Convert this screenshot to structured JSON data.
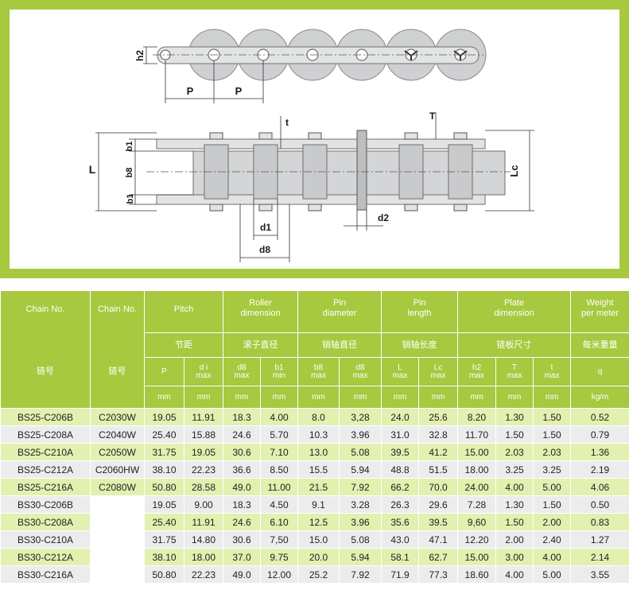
{
  "drawing": {
    "labels": {
      "h2": "h2",
      "p1": "P",
      "p2": "P",
      "t": "t",
      "T": "T",
      "b1_top": "b1",
      "b8": "b8",
      "b1_bot": "b1",
      "L": "L",
      "Lc": "Lc",
      "d1": "d1",
      "d8": "d8",
      "d2": "d2"
    }
  },
  "table": {
    "head": {
      "chain_no_en": "Chain No.",
      "chain_no_cn": "链号",
      "chain_no2_en": "Chain No.",
      "chain_no2_cn": "链号",
      "pitch_en": "Pitch",
      "pitch_cn": "节距",
      "roller_en_1": "Roller",
      "roller_en_2": "dimension",
      "roller_cn": "滚子直径",
      "pin_dia_en_1": "Pin",
      "pin_dia_en_2": "diameter",
      "pin_dia_cn": "销轴直径",
      "pin_len_en_1": "Pin",
      "pin_len_en_2": "length",
      "pin_len_cn": "销轴长度",
      "plate_en_1": "Plate",
      "plate_en_2": "dimension",
      "plate_cn": "链板尺寸",
      "weight_en_1": "Weight",
      "weight_en_2": "per meter",
      "weight_cn": "每米重量"
    },
    "symbols": [
      {
        "sym": "P",
        "sub": ""
      },
      {
        "sym": "d i",
        "sub": "max"
      },
      {
        "sym": "d8",
        "sub": "max"
      },
      {
        "sym": "b1",
        "sub": "min"
      },
      {
        "sym": "b8",
        "sub": "max"
      },
      {
        "sym": "d8",
        "sub": "max"
      },
      {
        "sym": "L",
        "sub": "max"
      },
      {
        "sym": "Lc",
        "sub": "max"
      },
      {
        "sym": "h2",
        "sub": "max"
      },
      {
        "sym": "T",
        "sub": "max"
      },
      {
        "sym": "t",
        "sub": "max"
      },
      {
        "sym": "q",
        "sub": ""
      }
    ],
    "units": [
      "mm",
      "mm",
      "mm",
      "mm",
      "mm",
      "mm",
      "mm",
      "mm",
      "mm",
      "mm",
      "mm",
      "kg/m"
    ],
    "rows": [
      {
        "no": "BS25-C206B",
        "no2": "C2030W",
        "v": [
          "19.05",
          "11.91",
          "18.3",
          "4.00",
          "8.0",
          "3,28",
          "24.0",
          "25.6",
          "8.20",
          "1.30",
          "1.50",
          "0.52"
        ]
      },
      {
        "no": "BS25-C208A",
        "no2": "C2040W",
        "v": [
          "25.40",
          "15.88",
          "24.6",
          "5.70",
          "10.3",
          "3.96",
          "31.0",
          "32.8",
          "11.70",
          "1.50",
          "1.50",
          "0.79"
        ]
      },
      {
        "no": "BS25-C210A",
        "no2": "C2050W",
        "v": [
          "31.75",
          "19.05",
          "30.6",
          "7.10",
          "13.0",
          "5.08",
          "39.5",
          "41.2",
          "15.00",
          "2.03",
          "2.03",
          "1.36"
        ]
      },
      {
        "no": "BS25-C212A",
        "no2": "C2060HW",
        "v": [
          "38.10",
          "22.23",
          "36.6",
          "8.50",
          "15.5",
          "5.94",
          "48.8",
          "51.5",
          "18.00",
          "3.25",
          "3.25",
          "2.19"
        ]
      },
      {
        "no": "BS25-C216A",
        "no2": "C2080W",
        "v": [
          "50.80",
          "28.58",
          "49.0",
          "11.00",
          "21.5",
          "7.92",
          "66.2",
          "70.0",
          "24.00",
          "4.00",
          "5.00",
          "4.06"
        ]
      },
      {
        "no": "BS30-C206B",
        "no2": "",
        "v": [
          "19.05",
          "9.00",
          "18.3",
          "4.50",
          "9.1",
          "3.28",
          "26.3",
          "29.6",
          "7.28",
          "1.30",
          "1.50",
          "0.50"
        ]
      },
      {
        "no": "BS30-C208A",
        "no2": "",
        "v": [
          "25.40",
          "11.91",
          "24.6",
          "6.10",
          "12.5",
          "3.96",
          "35.6",
          "39.5",
          "9,60",
          "1.50",
          "2.00",
          "0.83"
        ]
      },
      {
        "no": "BS30-C210A",
        "no2": "",
        "v": [
          "31.75",
          "14.80",
          "30.6",
          "7,50",
          "15.0",
          "5.08",
          "43.0",
          "47.1",
          "12.20",
          "2.00",
          "2.40",
          "1.27"
        ]
      },
      {
        "no": "BS30-C212A",
        "no2": "",
        "v": [
          "38.10",
          "18.00",
          "37.0",
          "9.75",
          "20.0",
          "5.94",
          "58.1",
          "62.7",
          "15.00",
          "3.00",
          "4.00",
          "2.14"
        ]
      },
      {
        "no": "BS30-C216A",
        "no2": "",
        "v": [
          "50.80",
          "22.23",
          "49.0",
          "12.00",
          "25.2",
          "7.92",
          "71.9",
          "77.3",
          "18.60",
          "4.00",
          "5.00",
          "3.55"
        ]
      }
    ]
  }
}
